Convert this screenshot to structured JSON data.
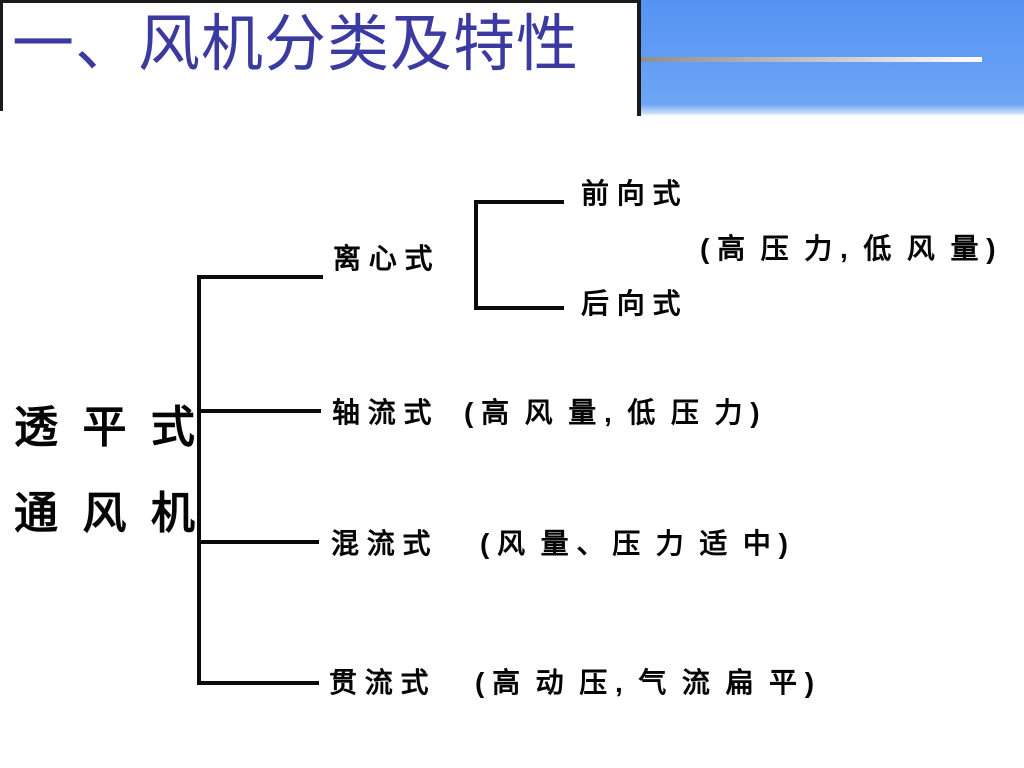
{
  "slide": {
    "title": "一、风机分类及特性",
    "colors": {
      "title_text": "#3A3AA0",
      "header_box_blue": "#5493F4",
      "header_rule_gray": "#8E8E8E",
      "diagram_black": "#0A0A0A",
      "background": "#FFFFFF"
    }
  },
  "diagram": {
    "root": {
      "line1": "透  平  式",
      "line2": "通  风  机"
    },
    "branches": [
      {
        "label": "离 心 式",
        "children": [
          {
            "label": "前 向 式"
          },
          {
            "label": "后 向 式"
          }
        ],
        "note": "( 高  压  力 ,  低  风  量 )"
      },
      {
        "label": "轴 流 式",
        "note": "( 高  风  量 ,  低  压  力 )"
      },
      {
        "label": "混 流 式",
        "note": "( 风  量 、 压  力  适  中 )"
      },
      {
        "label": "贯 流 式",
        "note": "( 高  动  压 ,  气  流  扁  平 )"
      }
    ]
  }
}
